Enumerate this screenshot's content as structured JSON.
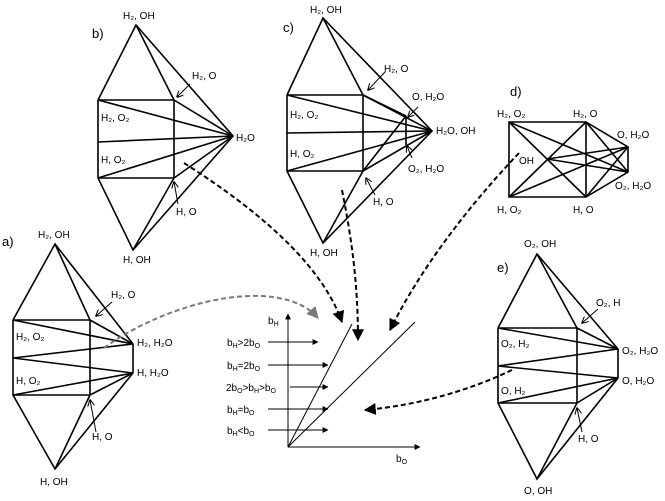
{
  "panels": {
    "a": {
      "letter": "a)",
      "top": "H₂, OH",
      "bottom": "H, OH",
      "upper_right": "H₂, O",
      "left_upper": "H₂, O₂",
      "left_lower": "H, O₂",
      "right_upper": "H₂, H₂O",
      "right_lower": "H, H₂O",
      "lower_mid": "H, O"
    },
    "b": {
      "letter": "b)",
      "top": "H₂, OH",
      "bottom": "H, OH",
      "upper_right": "H₂, O",
      "left_upper": "H₂, O₂",
      "left_lower": "H, O₂",
      "apex_right": "H₂O",
      "lower_mid": "H, O"
    },
    "c": {
      "letter": "c)",
      "top": "H₂, OH",
      "bottom": "H, OH",
      "upper_right": "H₂, O",
      "mid_right": "O, H₂O",
      "left_upper": "H₂, O₂",
      "left_lower": "H, O₂",
      "apex_right": "H₂O, OH",
      "right_lower": "O₂, H₂O",
      "lower_mid": "H, O"
    },
    "d": {
      "letter": "d)",
      "top_left": "H₂, O₂",
      "top_mid": "H₂, O",
      "right_upper": "O, H₂O",
      "center": "OH",
      "right_lower": "O₂, H₂O",
      "bottom_left": "H, O₂",
      "bottom_mid": "H, O"
    },
    "e": {
      "letter": "e)",
      "top": "O₂, OH",
      "bottom": "O, OH",
      "upper_right": "O₂, H",
      "left_upper": "O₂, H₂",
      "left_lower": "O, H₂",
      "right_upper": "O₂, H₂O",
      "right_lower": "O, H₂O",
      "lower_mid": "H, O"
    }
  },
  "graph": {
    "y_axis": "bH",
    "x_axis": "bO",
    "regions": [
      "bH>2bO",
      "bH=2bO",
      "2bO>bH>bO",
      "bH=bO",
      "bH<bO"
    ]
  }
}
